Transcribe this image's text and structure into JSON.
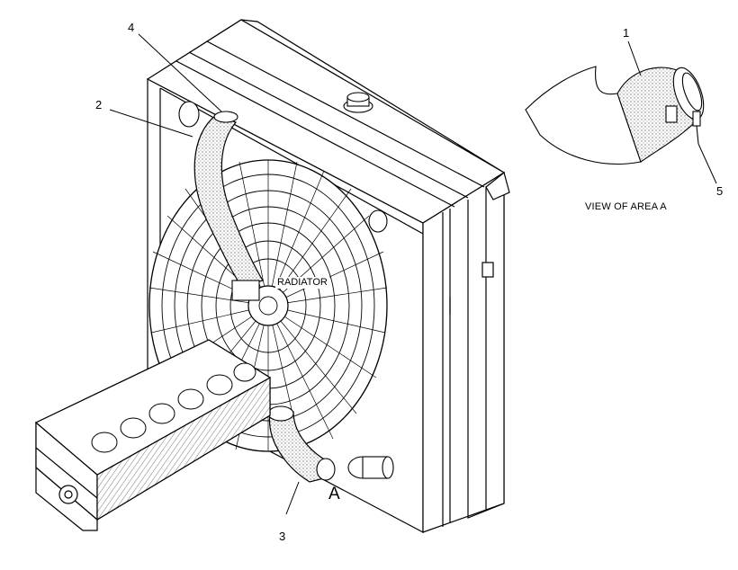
{
  "callouts": {
    "c1": "1",
    "c2": "2",
    "c3": "3",
    "c4": "4",
    "c5": "5",
    "area": "A"
  },
  "component_tag": "RADIATOR",
  "view_caption": "VIEW OF AREA  A",
  "colors": {
    "ink": "#000000",
    "paper": "#ffffff",
    "stipple": "#8a8a8a"
  }
}
